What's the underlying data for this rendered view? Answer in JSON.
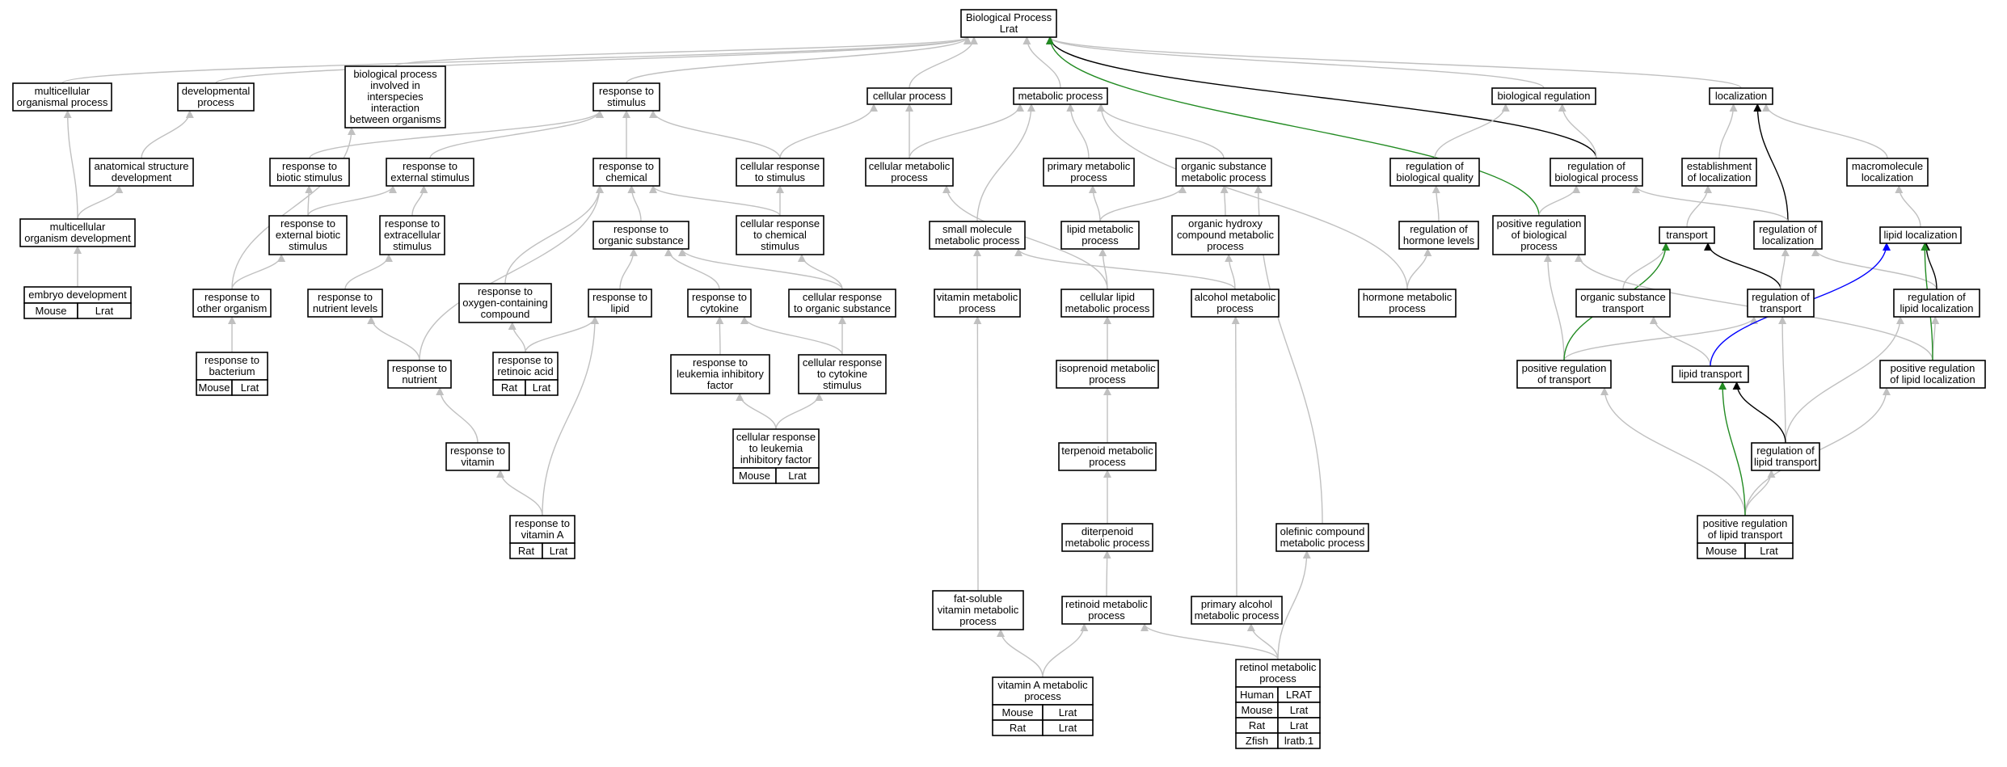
{
  "colors": {
    "edge_default": "#c0c0c0",
    "edge_black": "#000000",
    "edge_green": "#228b22",
    "edge_blue": "#0000ff",
    "Human": "#ee6a50",
    "Mouse": "#add8e6",
    "Rat": "#ffd700",
    "Zfish": "#6495ed"
  },
  "graph": {
    "nodes": [
      {
        "id": "root",
        "lines": [
          "Biological Process",
          "Lrat"
        ]
      },
      {
        "id": "multi_org",
        "lines": [
          "multicellular",
          "organismal process"
        ]
      },
      {
        "id": "dev_proc",
        "lines": [
          "developmental",
          "process"
        ]
      },
      {
        "id": "interspecies",
        "lines": [
          "biological process",
          "involved in",
          "interspecies",
          "interaction",
          "between organisms"
        ]
      },
      {
        "id": "resp_stim",
        "lines": [
          "response to",
          "stimulus"
        ]
      },
      {
        "id": "cell_proc",
        "lines": [
          "cellular process"
        ]
      },
      {
        "id": "met_proc",
        "lines": [
          "metabolic process"
        ]
      },
      {
        "id": "bio_reg",
        "lines": [
          "biological regulation"
        ]
      },
      {
        "id": "localization",
        "lines": [
          "localization"
        ]
      },
      {
        "id": "anat_dev",
        "lines": [
          "anatomical structure",
          "development"
        ]
      },
      {
        "id": "resp_biotic",
        "lines": [
          "response to",
          "biotic stimulus"
        ]
      },
      {
        "id": "resp_ext",
        "lines": [
          "response to",
          "external stimulus"
        ]
      },
      {
        "id": "resp_chem",
        "lines": [
          "response to",
          "chemical"
        ]
      },
      {
        "id": "cell_resp_stim",
        "lines": [
          "cellular response",
          "to stimulus"
        ]
      },
      {
        "id": "cell_met",
        "lines": [
          "cellular metabolic",
          "process"
        ]
      },
      {
        "id": "prim_met",
        "lines": [
          "primary metabolic",
          "process"
        ]
      },
      {
        "id": "org_sub_met",
        "lines": [
          "organic substance",
          "metabolic process"
        ]
      },
      {
        "id": "reg_bio_qual",
        "lines": [
          "regulation of",
          "biological quality"
        ]
      },
      {
        "id": "reg_bio_proc",
        "lines": [
          "regulation of",
          "biological process"
        ]
      },
      {
        "id": "est_loc",
        "lines": [
          "establishment",
          "of localization"
        ]
      },
      {
        "id": "macro_loc",
        "lines": [
          "macromolecule",
          "localization"
        ]
      },
      {
        "id": "multi_org_dev",
        "lines": [
          "multicellular",
          "organism development"
        ]
      },
      {
        "id": "resp_ext_biotic",
        "lines": [
          "response to",
          "external biotic",
          "stimulus"
        ]
      },
      {
        "id": "resp_extracell",
        "lines": [
          "response to",
          "extracellular",
          "stimulus"
        ]
      },
      {
        "id": "resp_org_sub",
        "lines": [
          "response to",
          "organic substance"
        ]
      },
      {
        "id": "cell_resp_chem",
        "lines": [
          "cellular response",
          "to chemical",
          "stimulus"
        ]
      },
      {
        "id": "small_mol",
        "lines": [
          "small molecule",
          "metabolic process"
        ]
      },
      {
        "id": "lipid_met",
        "lines": [
          "lipid metabolic",
          "process"
        ]
      },
      {
        "id": "org_hydroxy",
        "lines": [
          "organic hydroxy",
          "compound metabolic",
          "process"
        ]
      },
      {
        "id": "reg_horm",
        "lines": [
          "regulation of",
          "hormone levels"
        ]
      },
      {
        "id": "pos_reg_bio",
        "lines": [
          "positive regulation",
          "of biological",
          "process"
        ]
      },
      {
        "id": "transport",
        "lines": [
          "transport"
        ]
      },
      {
        "id": "reg_loc",
        "lines": [
          "regulation of",
          "localization"
        ]
      },
      {
        "id": "lipid_loc",
        "lines": [
          "lipid localization"
        ]
      },
      {
        "id": "embryo",
        "lines": [
          "embryo development"
        ],
        "species": [
          [
            "Mouse",
            "Lrat"
          ]
        ]
      },
      {
        "id": "resp_other_org",
        "lines": [
          "response to",
          "other organism"
        ]
      },
      {
        "id": "resp_nutr_lvl",
        "lines": [
          "response to",
          "nutrient levels"
        ]
      },
      {
        "id": "resp_oxy",
        "lines": [
          "response to",
          "oxygen-containing",
          "compound"
        ]
      },
      {
        "id": "resp_lipid",
        "lines": [
          "response to",
          "lipid"
        ]
      },
      {
        "id": "resp_cytokine",
        "lines": [
          "response to",
          "cytokine"
        ]
      },
      {
        "id": "cell_resp_org_sub",
        "lines": [
          "cellular response",
          "to organic substance"
        ]
      },
      {
        "id": "vit_met",
        "lines": [
          "vitamin metabolic",
          "process"
        ]
      },
      {
        "id": "cell_lipid_met",
        "lines": [
          "cellular lipid",
          "metabolic process"
        ]
      },
      {
        "id": "alcohol_met",
        "lines": [
          "alcohol metabolic",
          "process"
        ]
      },
      {
        "id": "hormone_met",
        "lines": [
          "hormone metabolic",
          "process"
        ]
      },
      {
        "id": "org_sub_transport",
        "lines": [
          "organic substance",
          "transport"
        ]
      },
      {
        "id": "reg_transport",
        "lines": [
          "regulation of",
          "transport"
        ]
      },
      {
        "id": "reg_lipid_loc",
        "lines": [
          "regulation of",
          "lipid localization"
        ]
      },
      {
        "id": "resp_bacterium",
        "lines": [
          "response to",
          "bacterium"
        ],
        "species": [
          [
            "Mouse",
            "Lrat"
          ]
        ]
      },
      {
        "id": "resp_nutrient",
        "lines": [
          "response to",
          "nutrient"
        ]
      },
      {
        "id": "resp_ra",
        "lines": [
          "response to",
          "retinoic acid"
        ],
        "species": [
          [
            "Rat",
            "Lrat"
          ]
        ]
      },
      {
        "id": "resp_lif",
        "lines": [
          "response to",
          "leukemia inhibitory",
          "factor"
        ]
      },
      {
        "id": "cell_resp_cyt",
        "lines": [
          "cellular response",
          "to cytokine",
          "stimulus"
        ]
      },
      {
        "id": "isoprenoid",
        "lines": [
          "isoprenoid metabolic",
          "process"
        ]
      },
      {
        "id": "pos_reg_transport",
        "lines": [
          "positive regulation",
          "of transport"
        ]
      },
      {
        "id": "lipid_transport",
        "lines": [
          "lipid transport"
        ]
      },
      {
        "id": "pos_reg_lipid_loc",
        "lines": [
          "positive regulation",
          "of lipid localization"
        ]
      },
      {
        "id": "cell_resp_lif",
        "lines": [
          "cellular response",
          "to leukemia",
          "inhibitory factor"
        ],
        "species": [
          [
            "Mouse",
            "Lrat"
          ]
        ]
      },
      {
        "id": "resp_vitamin",
        "lines": [
          "response to",
          "vitamin"
        ]
      },
      {
        "id": "terpenoid",
        "lines": [
          "terpenoid metabolic",
          "process"
        ]
      },
      {
        "id": "reg_lipid_transport",
        "lines": [
          "regulation of",
          "lipid transport"
        ]
      },
      {
        "id": "resp_vitA",
        "lines": [
          "response to",
          "vitamin A"
        ],
        "species": [
          [
            "Rat",
            "Lrat"
          ]
        ]
      },
      {
        "id": "diterpenoid",
        "lines": [
          "diterpenoid",
          "metabolic process"
        ]
      },
      {
        "id": "olefinic",
        "lines": [
          "olefinic compound",
          "metabolic process"
        ]
      },
      {
        "id": "pos_reg_lipid_transport",
        "lines": [
          "positive regulation",
          "of lipid transport"
        ],
        "species": [
          [
            "Mouse",
            "Lrat"
          ]
        ]
      },
      {
        "id": "fat_sol_vit",
        "lines": [
          "fat-soluble",
          "vitamin metabolic",
          "process"
        ]
      },
      {
        "id": "retinoid",
        "lines": [
          "retinoid metabolic",
          "process"
        ]
      },
      {
        "id": "prim_alcohol",
        "lines": [
          "primary alcohol",
          "metabolic process"
        ]
      },
      {
        "id": "vitA_met",
        "lines": [
          "vitamin A metabolic",
          "process"
        ],
        "species": [
          [
            "Mouse",
            "Lrat"
          ],
          [
            "Rat",
            "Lrat"
          ]
        ]
      },
      {
        "id": "retinol_met",
        "lines": [
          "retinol metabolic",
          "process"
        ],
        "species": [
          [
            "Human",
            "LRAT"
          ],
          [
            "Mouse",
            "Lrat"
          ],
          [
            "Rat",
            "Lrat"
          ],
          [
            "Zfish",
            "lratb.1"
          ]
        ]
      }
    ],
    "edges": [
      {
        "from": "multi_org",
        "to": "root"
      },
      {
        "from": "dev_proc",
        "to": "root"
      },
      {
        "from": "interspecies",
        "to": "root"
      },
      {
        "from": "resp_stim",
        "to": "root"
      },
      {
        "from": "cell_proc",
        "to": "root"
      },
      {
        "from": "met_proc",
        "to": "root"
      },
      {
        "from": "bio_reg",
        "to": "root"
      },
      {
        "from": "localization",
        "to": "root"
      },
      {
        "from": "reg_bio_proc",
        "to": "root",
        "color": "edge_black"
      },
      {
        "from": "pos_reg_bio",
        "to": "root",
        "color": "edge_green"
      },
      {
        "from": "anat_dev",
        "to": "dev_proc"
      },
      {
        "from": "multi_org_dev",
        "to": "multi_org"
      },
      {
        "from": "multi_org_dev",
        "to": "anat_dev"
      },
      {
        "from": "embryo",
        "to": "multi_org_dev"
      },
      {
        "from": "resp_biotic",
        "to": "resp_stim"
      },
      {
        "from": "resp_ext",
        "to": "resp_stim"
      },
      {
        "from": "resp_chem",
        "to": "resp_stim"
      },
      {
        "from": "cell_resp_stim",
        "to": "resp_stim"
      },
      {
        "from": "cell_resp_stim",
        "to": "cell_proc"
      },
      {
        "from": "cell_met",
        "to": "cell_proc"
      },
      {
        "from": "cell_met",
        "to": "met_proc"
      },
      {
        "from": "prim_met",
        "to": "met_proc"
      },
      {
        "from": "org_sub_met",
        "to": "met_proc"
      },
      {
        "from": "small_mol",
        "to": "met_proc"
      },
      {
        "from": "hormone_met",
        "to": "met_proc"
      },
      {
        "from": "reg_bio_qual",
        "to": "bio_reg"
      },
      {
        "from": "reg_bio_proc",
        "to": "bio_reg"
      },
      {
        "from": "est_loc",
        "to": "localization"
      },
      {
        "from": "macro_loc",
        "to": "localization"
      },
      {
        "from": "reg_loc",
        "to": "localization",
        "color": "edge_black"
      },
      {
        "from": "resp_ext_biotic",
        "to": "resp_biotic"
      },
      {
        "from": "resp_ext_biotic",
        "to": "resp_ext"
      },
      {
        "from": "resp_extracell",
        "to": "resp_ext"
      },
      {
        "from": "resp_org_sub",
        "to": "resp_chem"
      },
      {
        "from": "cell_resp_chem",
        "to": "resp_chem"
      },
      {
        "from": "cell_resp_chem",
        "to": "cell_resp_stim"
      },
      {
        "from": "lipid_met",
        "to": "prim_met"
      },
      {
        "from": "lipid_met",
        "to": "org_sub_met"
      },
      {
        "from": "org_hydroxy",
        "to": "org_sub_met"
      },
      {
        "from": "olefinic",
        "to": "org_sub_met"
      },
      {
        "from": "reg_horm",
        "to": "reg_bio_qual"
      },
      {
        "from": "pos_reg_bio",
        "to": "reg_bio_proc"
      },
      {
        "from": "reg_loc",
        "to": "reg_bio_proc"
      },
      {
        "from": "transport",
        "to": "est_loc"
      },
      {
        "from": "lipid_loc",
        "to": "macro_loc"
      },
      {
        "from": "resp_other_org",
        "to": "interspecies"
      },
      {
        "from": "resp_other_org",
        "to": "resp_ext_biotic"
      },
      {
        "from": "resp_nutr_lvl",
        "to": "resp_extracell"
      },
      {
        "from": "resp_oxy",
        "to": "resp_chem"
      },
      {
        "from": "resp_lipid",
        "to": "resp_org_sub"
      },
      {
        "from": "resp_cytokine",
        "to": "resp_org_sub"
      },
      {
        "from": "cell_resp_org_sub",
        "to": "resp_org_sub"
      },
      {
        "from": "cell_resp_org_sub",
        "to": "cell_resp_chem"
      },
      {
        "from": "vit_met",
        "to": "small_mol"
      },
      {
        "from": "cell_lipid_met",
        "to": "cell_met"
      },
      {
        "from": "cell_lipid_met",
        "to": "lipid_met"
      },
      {
        "from": "alcohol_met",
        "to": "small_mol"
      },
      {
        "from": "alcohol_met",
        "to": "org_hydroxy"
      },
      {
        "from": "hormone_met",
        "to": "reg_horm"
      },
      {
        "from": "org_sub_transport",
        "to": "transport"
      },
      {
        "from": "reg_transport",
        "to": "transport",
        "color": "edge_black"
      },
      {
        "from": "reg_transport",
        "to": "reg_loc"
      },
      {
        "from": "reg_lipid_loc",
        "to": "reg_loc"
      },
      {
        "from": "reg_lipid_loc",
        "to": "lipid_loc",
        "color": "edge_black"
      },
      {
        "from": "resp_bacterium",
        "to": "resp_other_org"
      },
      {
        "from": "resp_nutrient",
        "to": "resp_nutr_lvl"
      },
      {
        "from": "resp_nutrient",
        "to": "resp_chem"
      },
      {
        "from": "resp_ra",
        "to": "resp_oxy"
      },
      {
        "from": "resp_ra",
        "to": "resp_lipid"
      },
      {
        "from": "resp_lif",
        "to": "resp_cytokine"
      },
      {
        "from": "cell_resp_cyt",
        "to": "resp_cytokine"
      },
      {
        "from": "cell_resp_cyt",
        "to": "cell_resp_org_sub"
      },
      {
        "from": "isoprenoid",
        "to": "cell_lipid_met"
      },
      {
        "from": "pos_reg_transport",
        "to": "pos_reg_bio"
      },
      {
        "from": "pos_reg_transport",
        "to": "reg_transport"
      },
      {
        "from": "pos_reg_transport",
        "to": "transport",
        "color": "edge_green"
      },
      {
        "from": "lipid_transport",
        "to": "org_sub_transport"
      },
      {
        "from": "lipid_transport",
        "to": "lipid_loc",
        "color": "edge_blue"
      },
      {
        "from": "pos_reg_lipid_loc",
        "to": "pos_reg_bio"
      },
      {
        "from": "pos_reg_lipid_loc",
        "to": "reg_lipid_loc"
      },
      {
        "from": "pos_reg_lipid_loc",
        "to": "lipid_loc",
        "color": "edge_green"
      },
      {
        "from": "cell_resp_lif",
        "to": "resp_lif"
      },
      {
        "from": "cell_resp_lif",
        "to": "cell_resp_cyt"
      },
      {
        "from": "resp_vitamin",
        "to": "resp_nutrient"
      },
      {
        "from": "terpenoid",
        "to": "isoprenoid"
      },
      {
        "from": "reg_lipid_transport",
        "to": "reg_transport"
      },
      {
        "from": "reg_lipid_transport",
        "to": "reg_lipid_loc"
      },
      {
        "from": "reg_lipid_transport",
        "to": "lipid_transport",
        "color": "edge_black"
      },
      {
        "from": "resp_vitA",
        "to": "resp_vitamin"
      },
      {
        "from": "resp_vitA",
        "to": "resp_lipid"
      },
      {
        "from": "diterpenoid",
        "to": "terpenoid"
      },
      {
        "from": "pos_reg_lipid_transport",
        "to": "pos_reg_transport"
      },
      {
        "from": "pos_reg_lipid_transport",
        "to": "reg_lipid_transport"
      },
      {
        "from": "pos_reg_lipid_transport",
        "to": "pos_reg_lipid_loc"
      },
      {
        "from": "pos_reg_lipid_transport",
        "to": "lipid_transport",
        "color": "edge_green"
      },
      {
        "from": "fat_sol_vit",
        "to": "vit_met"
      },
      {
        "from": "retinoid",
        "to": "diterpenoid"
      },
      {
        "from": "prim_alcohol",
        "to": "alcohol_met"
      },
      {
        "from": "vitA_met",
        "to": "fat_sol_vit"
      },
      {
        "from": "vitA_met",
        "to": "retinoid"
      },
      {
        "from": "retinol_met",
        "to": "retinoid"
      },
      {
        "from": "retinol_met",
        "to": "prim_alcohol"
      },
      {
        "from": "retinol_met",
        "to": "olefinic"
      }
    ]
  }
}
